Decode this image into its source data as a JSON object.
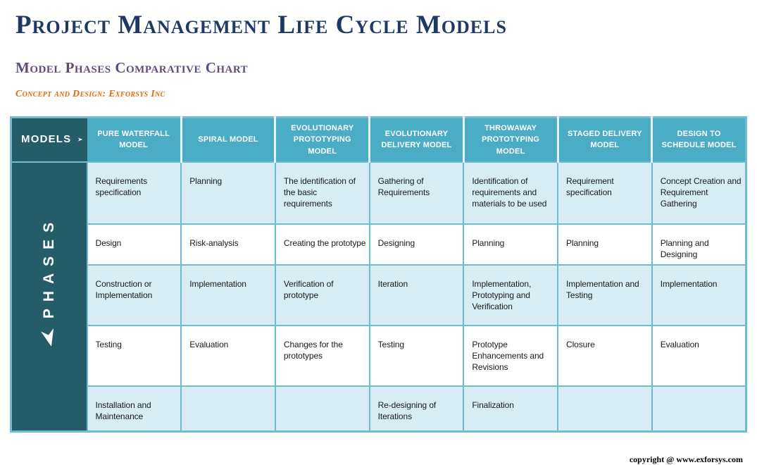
{
  "page": {
    "title": "Project Management Life Cycle Models",
    "subtitle": "Model Phases Comparative Chart",
    "credit": "Concept and Design: Exforsys Inc",
    "copyright": "copyright @ www.exforsys.com"
  },
  "table": {
    "corner_label": "MODELS",
    "row_axis_label": "PHASES",
    "columns": [
      "PURE WATERFALL MODEL",
      "SPIRAL MODEL",
      "EVOLUTIONARY PROTOTYPING MODEL",
      "EVOLUTIONARY DELIVERY MODEL",
      "THROWAWAY PROTOTYPING MODEL",
      "STAGED DELIVERY MODEL",
      "DESIGN TO SCHEDULE MODEL"
    ],
    "rows": [
      [
        "Requirements specification",
        "Planning",
        "The identification of the basic requirements",
        "Gathering of Requirements",
        "Identification of requirements and materials to be used",
        "Requirement specification",
        "Concept Creation and Requirement Gathering"
      ],
      [
        "Design",
        "Risk-analysis",
        "Creating the prototype",
        "Designing",
        "Planning",
        "Planning",
        "Planning and Designing"
      ],
      [
        "Construction or Implementation",
        "Implementation",
        "Verification of prototype",
        "Iteration",
        "Implementation, Prototyping and Verification",
        "Implementation and Testing",
        "Implementation"
      ],
      [
        "Testing",
        "Evaluation",
        "Changes for the prototypes",
        "Testing",
        "Prototype Enhancements and Revisions",
        "Closure",
        "Evaluation"
      ],
      [
        "Installation and Maintenance",
        "",
        "",
        "Re-designing of Iterations",
        "Finalization",
        "",
        ""
      ]
    ]
  },
  "icons": {
    "models_axis_arrow": "right-arrowhead",
    "phases_axis_arrow": "down-arrowhead"
  },
  "colors": {
    "title": "#1F3864",
    "subtitle": "#604A7B",
    "credit": "#E36C0A",
    "header_teal": "#4BACC6",
    "axis_dark_teal": "#245C68",
    "row_light_blue": "#D8ECF3",
    "row_white": "#FFFFFF",
    "grid_border": "#6FBCD1",
    "header_separator": "#E6F3F8"
  }
}
